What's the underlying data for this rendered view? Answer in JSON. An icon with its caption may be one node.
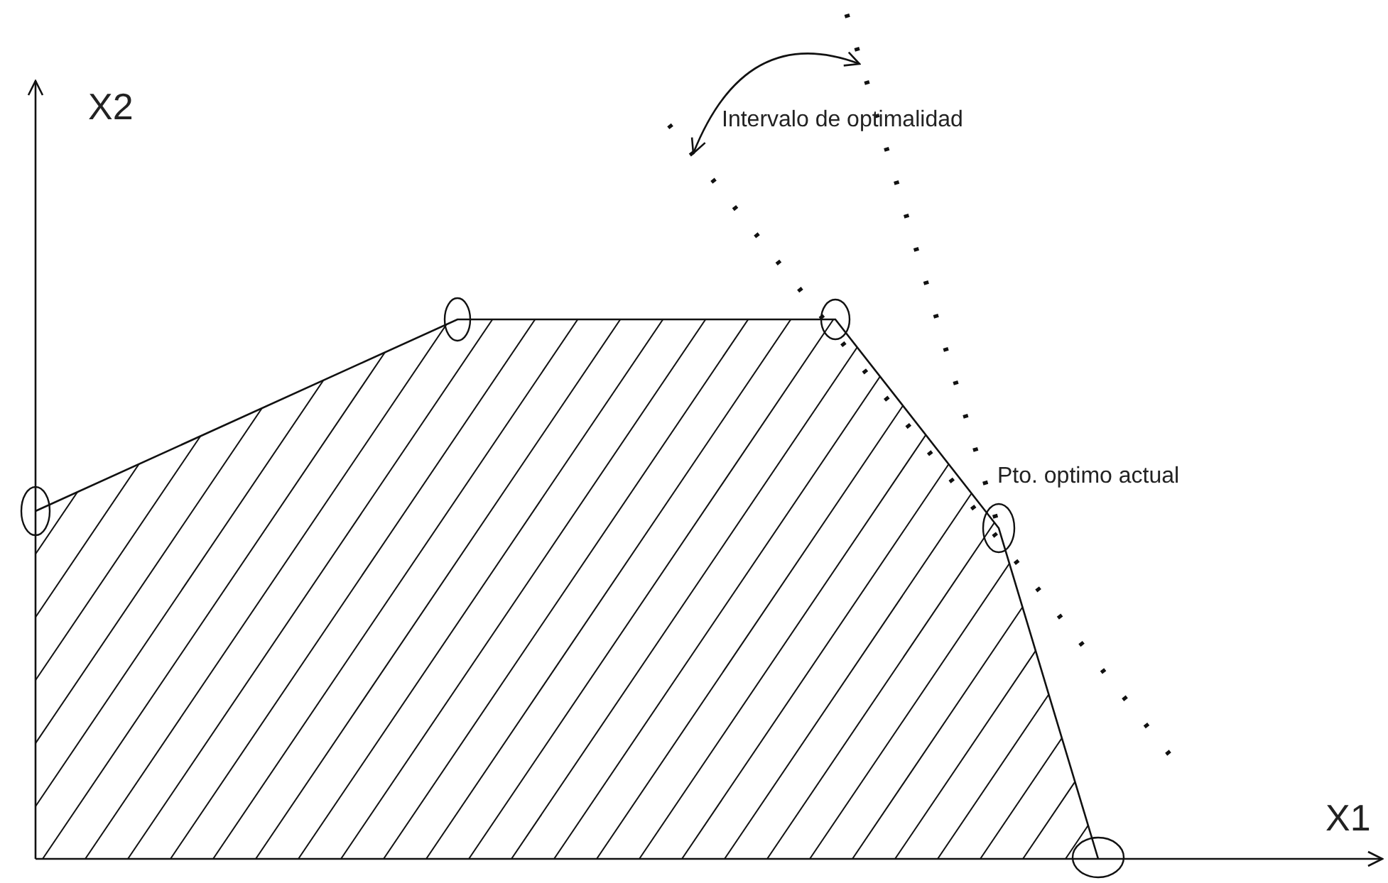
{
  "diagram": {
    "labels": [
      "X2",
      "Intervalo de optimalidad",
      "Pto. optimo actual",
      "X1"
    ]
  }
}
